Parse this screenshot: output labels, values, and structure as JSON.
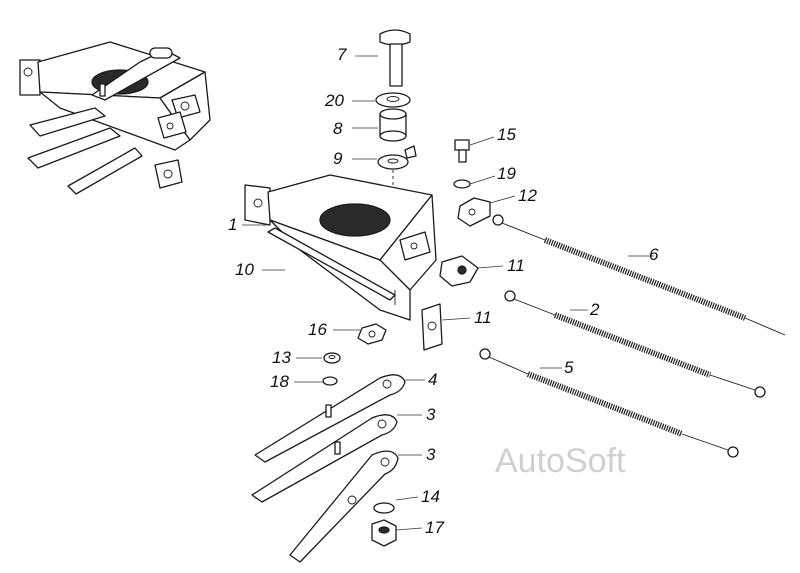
{
  "watermark": "AutoSoft",
  "labels": [
    {
      "id": "7",
      "text": "7"
    },
    {
      "id": "20",
      "text": "20"
    },
    {
      "id": "8",
      "text": "8"
    },
    {
      "id": "9",
      "text": "9"
    },
    {
      "id": "15",
      "text": "15"
    },
    {
      "id": "19",
      "text": "19"
    },
    {
      "id": "12",
      "text": "12"
    },
    {
      "id": "1",
      "text": "1"
    },
    {
      "id": "6",
      "text": "6"
    },
    {
      "id": "10",
      "text": "10"
    },
    {
      "id": "11a",
      "text": "11"
    },
    {
      "id": "2",
      "text": "2"
    },
    {
      "id": "16",
      "text": "16"
    },
    {
      "id": "11b",
      "text": "11"
    },
    {
      "id": "13",
      "text": "13"
    },
    {
      "id": "5",
      "text": "5"
    },
    {
      "id": "18",
      "text": "18"
    },
    {
      "id": "4",
      "text": "4"
    },
    {
      "id": "3a",
      "text": "3"
    },
    {
      "id": "3b",
      "text": "3"
    },
    {
      "id": "14",
      "text": "14"
    },
    {
      "id": "17",
      "text": "17"
    }
  ]
}
